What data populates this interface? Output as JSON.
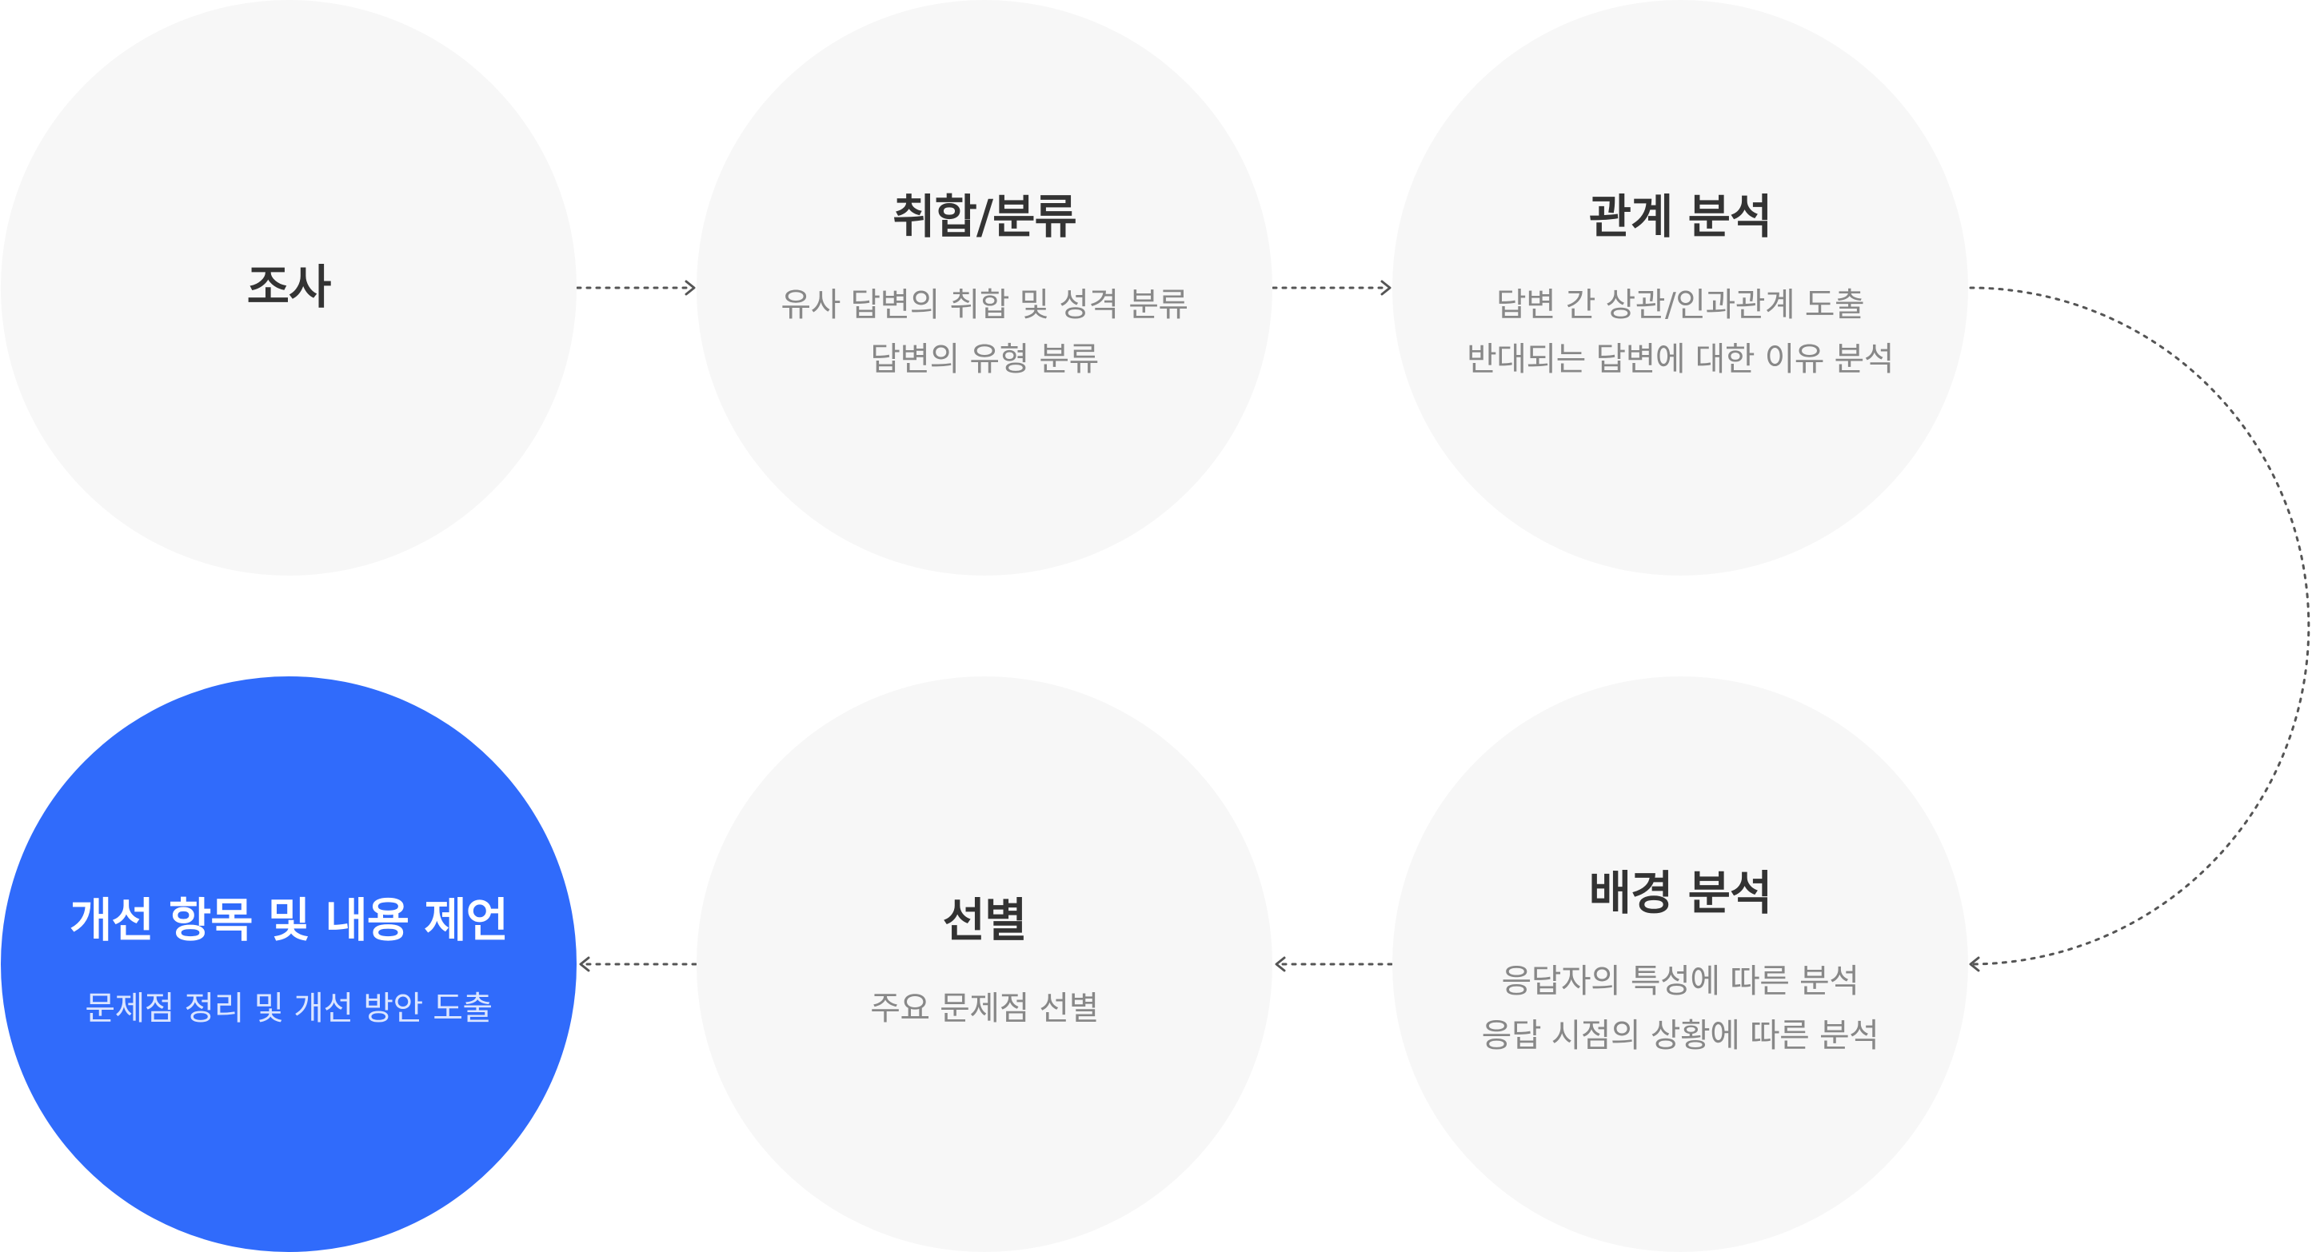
{
  "diagram": {
    "colors": {
      "node_background": "#f7f7f7",
      "highlight_background": "#306bfb",
      "title_text": "#333333",
      "description_text": "#888888",
      "connector": "#555555"
    },
    "steps": [
      {
        "id": "survey",
        "title": "조사",
        "description": []
      },
      {
        "id": "aggregate",
        "title": "취합/분류",
        "description": [
          "유사 답변의 취합 및 성격 분류",
          "답변의 유형 분류"
        ]
      },
      {
        "id": "relation",
        "title": "관계 분석",
        "description": [
          "답변 간 상관/인과관계 도출",
          "반대되는 답변에 대한 이유 분석"
        ]
      },
      {
        "id": "context",
        "title": "배경 분석",
        "description": [
          "응답자의 특성에 따른 분석",
          "응답 시점의 상황에 따른 분석"
        ]
      },
      {
        "id": "select",
        "title": "선별",
        "description": [
          "주요 문제점 선별"
        ]
      },
      {
        "id": "proposal",
        "title": "개선 항목 및 내용 제언",
        "description": [
          "문제점 정리 및 개선 방안 도출"
        ],
        "highlighted": true
      }
    ]
  }
}
